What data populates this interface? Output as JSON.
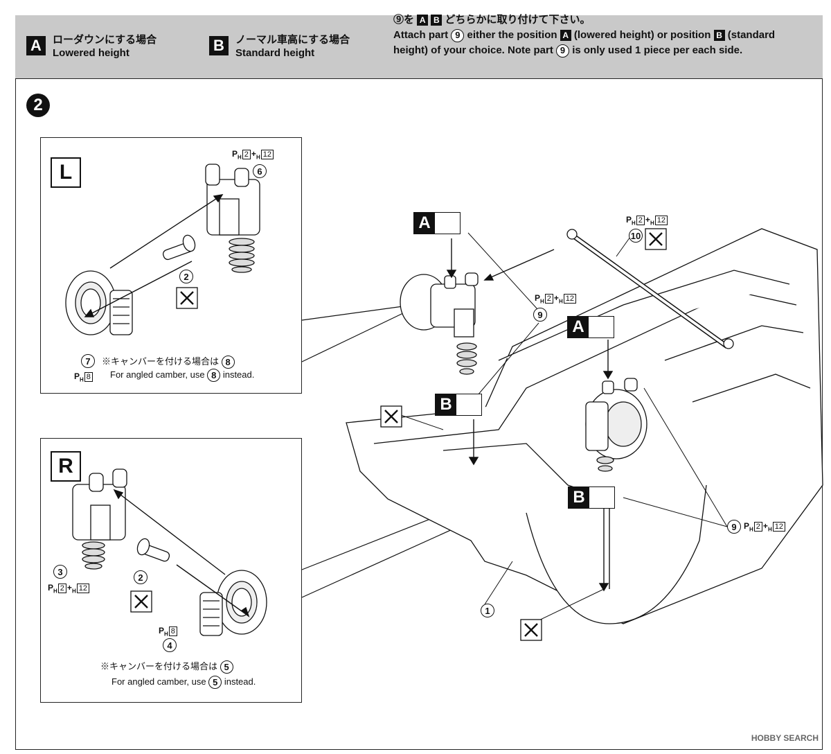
{
  "header": {
    "option_a": {
      "badge": "A",
      "jp": "ローダウンにする場合",
      "en": "Lowered height"
    },
    "option_b": {
      "badge": "B",
      "jp": "ノーマル車高にする場合",
      "en": "Standard height"
    },
    "note_jp_1": "⑨を",
    "note_jp_2": "どちらかに取り付けて下さい。",
    "note_en_1": "Attach part",
    "note_en_2": "either the position",
    "note_en_3": "(lowered height) or position",
    "note_en_4": "(standard",
    "note_en_5": "height) of your choice. Note part",
    "note_en_6": "is only used 1 piece per each side.",
    "part9": "9",
    "badge_a": "A",
    "badge_b": "B"
  },
  "step": "2",
  "panel_l": {
    "label": "L",
    "part6": "6",
    "part2": "2",
    "part7": "7",
    "part8": "8",
    "code_top": {
      "p": "P",
      "h": "H",
      "n1": "2",
      "n2": "12"
    },
    "code_bottom": {
      "p": "P",
      "h": "H",
      "n1": "8"
    },
    "camber_jp": "※キャンバーを付ける場合は",
    "camber_en_1": "For angled camber, use",
    "camber_en_2": "instead."
  },
  "panel_r": {
    "label": "R",
    "part3": "3",
    "part2": "2",
    "part4": "4",
    "part5": "5",
    "code_3": {
      "p": "P",
      "h": "H",
      "n1": "2",
      "n2": "12"
    },
    "code_4": {
      "p": "P",
      "h": "H",
      "n1": "8"
    },
    "camber_jp": "※キャンバーを付ける場合は",
    "camber_en_1": "For angled camber, use",
    "camber_en_2": "instead."
  },
  "main": {
    "badge_a": "A",
    "badge_b": "B",
    "part1": "1",
    "part9": "9",
    "part10": "10",
    "code_9": {
      "p": "P",
      "h": "H",
      "n1": "2",
      "n2": "12"
    },
    "code_10": {
      "p": "P",
      "h": "H",
      "n1": "2",
      "n2": "12"
    }
  },
  "footer": "HOBBY SEARCH",
  "icons": [
    "no-glue-icon",
    "glue-icon"
  ]
}
